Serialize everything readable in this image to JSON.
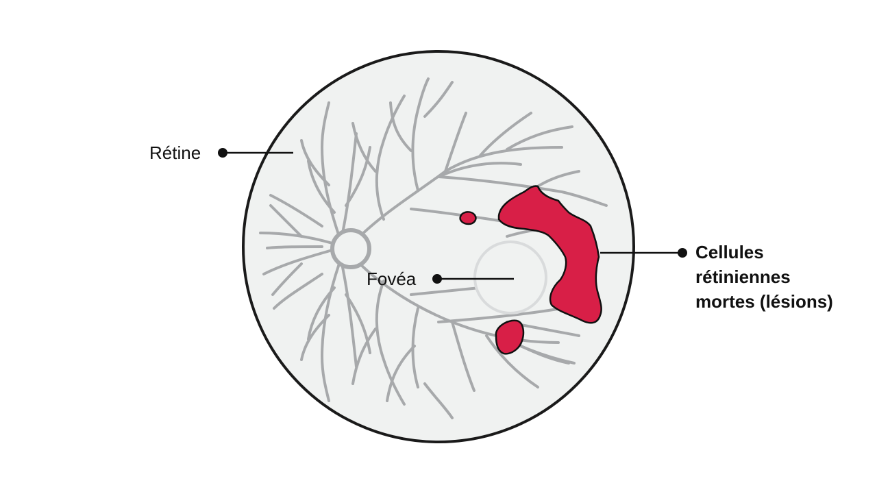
{
  "labels": {
    "retina": "Rétine",
    "fovea": "Fovéa",
    "lesions": [
      "Cellules",
      "rétiniennes",
      "mortes (lésions)"
    ]
  },
  "colors": {
    "background": "#ffffff",
    "eyeball_fill": "#f0f2f1",
    "eyeball_outline": "#1a1a1a",
    "vessel": "#a7a9ab",
    "lesion": "#d81f47",
    "leader_line": "#111111"
  }
}
